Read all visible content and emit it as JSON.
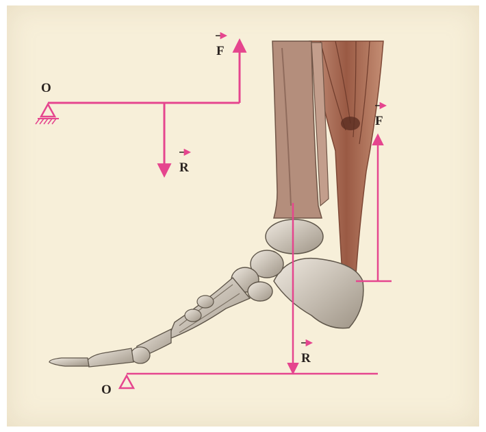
{
  "colors": {
    "paper": "#f7efd9",
    "force_lines": "#e5458e",
    "labels": "#2a2320",
    "bone": "#d9d2c7",
    "bone_shade": "#8f8577",
    "muscle": "#a86a4f"
  },
  "lever_diagram": {
    "pivot_label": "O",
    "effort_label": "F",
    "load_label": "R",
    "pivot_icon": "triangle-support-hatched-icon"
  },
  "foot_diagram": {
    "pivot_label": "O",
    "effort_label": "F",
    "load_label": "R",
    "pivot_icon": "triangle-support-icon"
  }
}
